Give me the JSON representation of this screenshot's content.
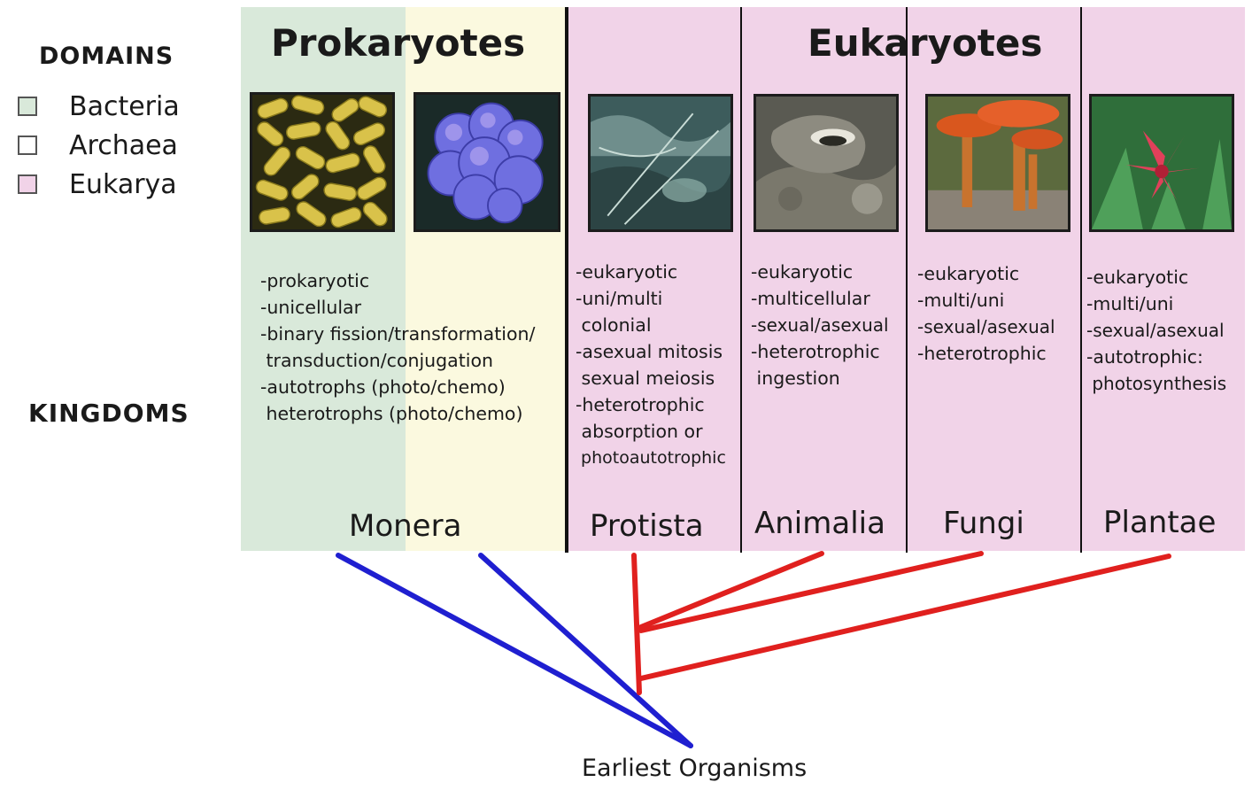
{
  "legend": {
    "title": "DOMAINS",
    "items": [
      {
        "label": "Bacteria",
        "color": "#d9e9da"
      },
      {
        "label": "Archaea",
        "color": "#ffffff"
      },
      {
        "label": "Eukarya",
        "color": "#f1d3e8"
      }
    ],
    "kingdoms_title": "KINGDOMS"
  },
  "groups": {
    "prokaryotes": "Prokaryotes",
    "eukaryotes": "Eukaryotes"
  },
  "descriptions": {
    "monera": [
      "-prokaryotic",
      "-unicellular",
      "-binary fission/transformation/",
      " transduction/conjugation",
      "-autotrophs (photo/chemo)",
      " heterotrophs (photo/chemo)"
    ],
    "protista": [
      "-eukaryotic",
      "-uni/multi",
      " colonial",
      "-asexual mitosis",
      " sexual meiosis",
      "-heterotrophic",
      " absorption or",
      " photoautotrophic"
    ],
    "animalia": [
      "-eukaryotic",
      "-multicellular",
      "-sexual/asexual",
      "-heterotrophic",
      " ingestion"
    ],
    "fungi": [
      "-eukaryotic",
      "-multi/uni",
      "-sexual/asexual",
      "-heterotrophic"
    ],
    "plantae": [
      "-eukaryotic",
      "-multi/uni",
      "-sexual/asexual",
      "-autotrophic:",
      " photosynthesis"
    ]
  },
  "kingdoms": {
    "monera": "Monera",
    "protista": "Protista",
    "animalia": "Animalia",
    "fungi": "Fungi",
    "plantae": "Plantae"
  },
  "root": "Earliest Organisms",
  "colors": {
    "prokaryote_branch": "#1f1fd0",
    "eukaryote_branch": "#e0201e"
  }
}
